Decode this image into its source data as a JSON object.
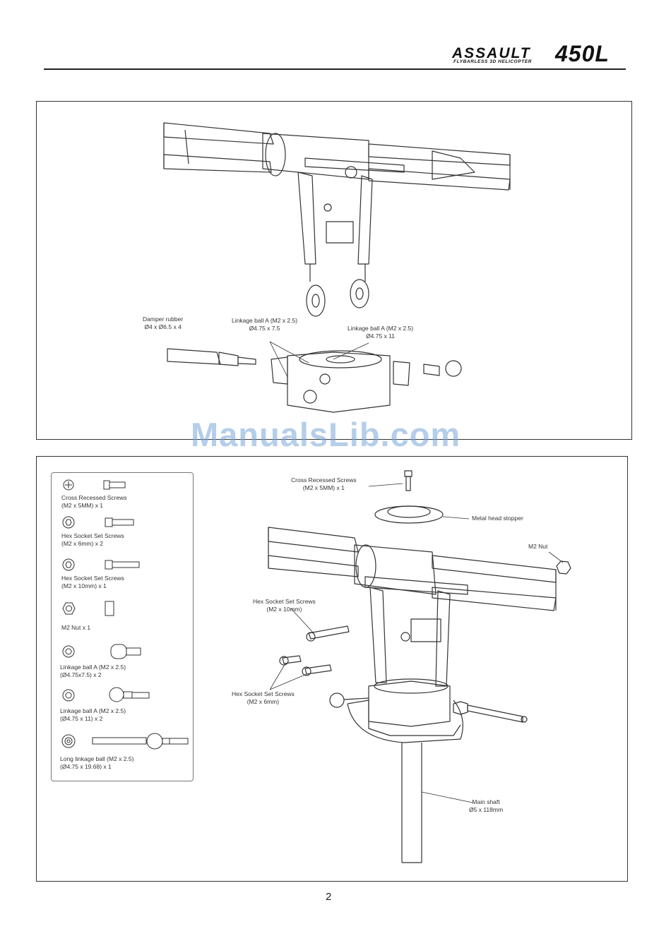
{
  "header": {
    "brand": "ASSAULT",
    "model": "450L",
    "subtitle": "FLYBARLESS 3D HELICOPTER"
  },
  "panel_top": {
    "labels": {
      "damper_rubber": [
        "Damper rubber",
        "Ø4 x Ø6.5 x 4"
      ],
      "linkage_ball_a_75": [
        "Linkage ball A (M2 x 2.5)",
        "Ø4.75 x 7.5"
      ],
      "linkage_ball_a_11": [
        "Linkage ball A (M2 x 2.5)",
        "Ø4.75 x 11"
      ]
    }
  },
  "panel_bottom": {
    "legend": [
      {
        "name": "Cross Recessed Screws",
        "spec": "(M2 x 5MM) x 1"
      },
      {
        "name": "Hex Socket Set Screws",
        "spec": "(M2 x 6mm) x 2"
      },
      {
        "name": "Hex Socket Set Screws",
        "spec": "(M2 x 10mm) x 1"
      },
      {
        "name": "M2 Nut x 1",
        "spec": ""
      },
      {
        "name": "Linkage ball A (M2 x 2.5)",
        "spec": "(Ø4.75x7.5) x 2"
      },
      {
        "name": "Linkage ball A (M2 x 2.5)",
        "spec": "(Ø4.75 x 11) x 2"
      },
      {
        "name": "Long linkage ball (M2 x 2.5)",
        "spec": "(Ø4.75 x 19.68) x 1"
      }
    ],
    "labels": {
      "cross_recessed": [
        "Cross Recessed Screws",
        "(M2 x 5MM) x 1"
      ],
      "metal_head_stopper": [
        "Metal head stopper"
      ],
      "m2_nut": [
        "M2 Nut"
      ],
      "hex_10mm": [
        "Hex Socket Set Screws",
        "(M2 x 10mm)"
      ],
      "hex_6mm": [
        "Hex Socket Set Screws",
        "(M2 x 6mm)"
      ],
      "main_shaft": [
        "Main shaft",
        "Ø5 x 118mm"
      ]
    }
  },
  "watermark": "ManualsLib.com",
  "page_number": "2"
}
